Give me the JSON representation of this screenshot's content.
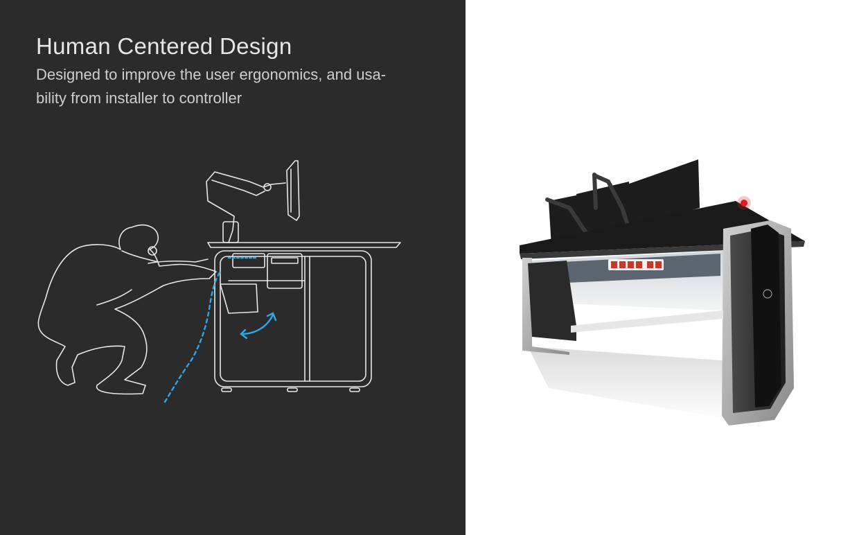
{
  "heading": {
    "title": "Human Centered Design",
    "subtitle_line1": "Designed to improve the user ergonomics, and usa-",
    "subtitle_line2": "bility from installer to controller"
  },
  "illustration": {
    "icon": "installer-under-desk-illustration",
    "line_color": "#e8e8e8",
    "accent_color": "#2fa8e6",
    "background": "#2b2b2b"
  },
  "product": {
    "icon": "control-console-desk-photo",
    "status_light_color": "#e01b1b"
  }
}
